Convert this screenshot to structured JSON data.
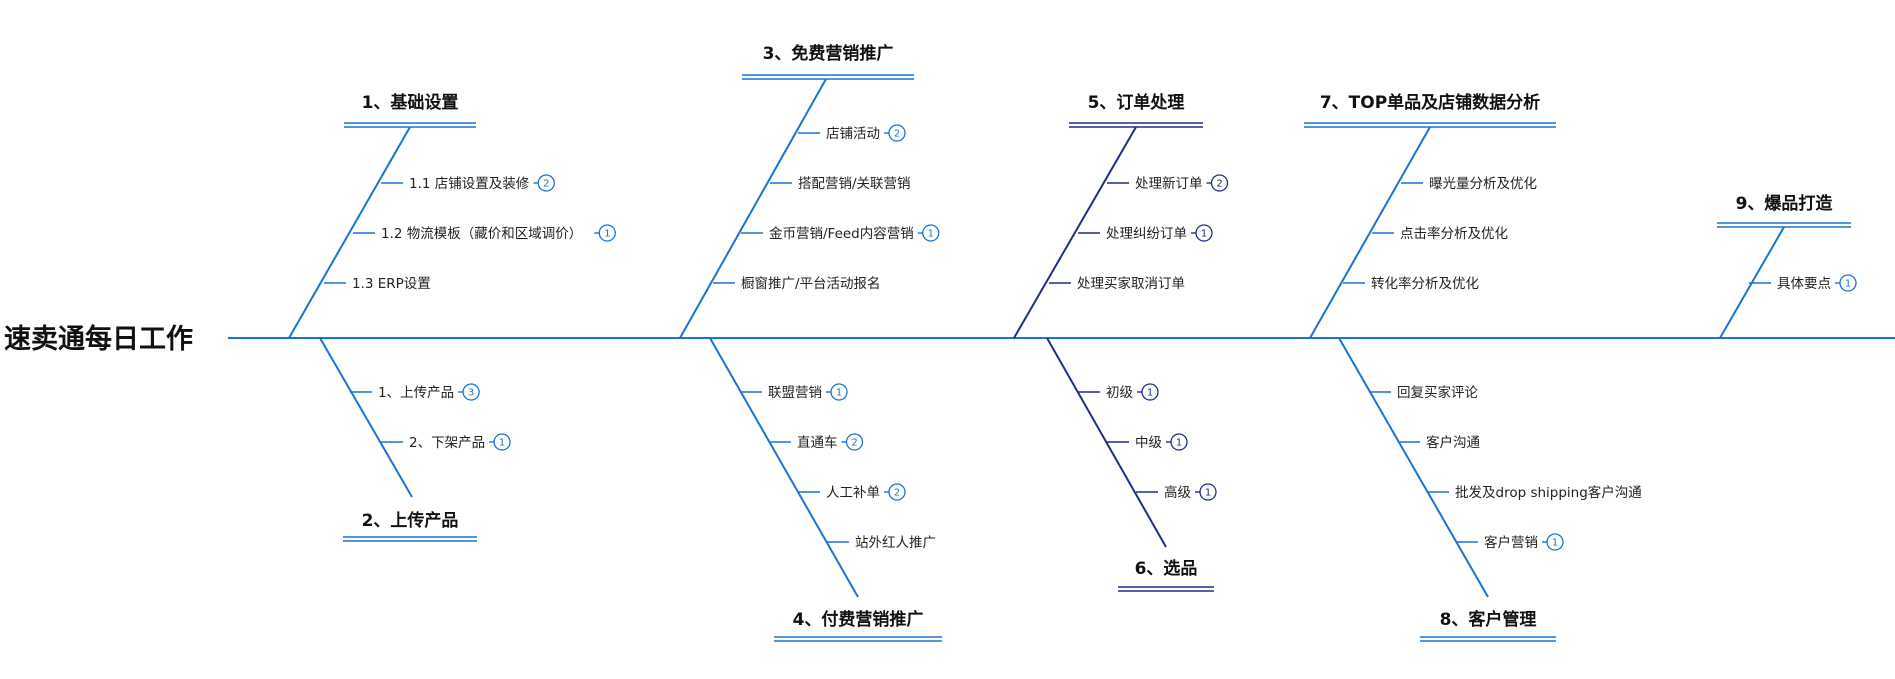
{
  "title": "速卖通每日工作",
  "colors": {
    "blue": "#1a73d2",
    "navy": "#1f2f86",
    "text": "#222222"
  },
  "branches": [
    {
      "label": "1、基础设置",
      "color": "#1a73d2",
      "items": [
        {
          "label": "1.1 店铺设置及装修",
          "badge": "2"
        },
        {
          "label": "1.2 物流模板（藏价和区域调价）",
          "badge": "1"
        },
        {
          "label": "1.3 ERP设置",
          "badge": ""
        }
      ]
    },
    {
      "label": "2、上传产品",
      "color": "#1a73d2",
      "items": [
        {
          "label": "1、上传产品",
          "badge": "3"
        },
        {
          "label": "2、下架产品",
          "badge": "1"
        }
      ]
    },
    {
      "label": "3、免费营销推广",
      "color": "#1a73d2",
      "items": [
        {
          "label": "店铺活动",
          "badge": "2"
        },
        {
          "label": "搭配营销/关联营销",
          "badge": ""
        },
        {
          "label": "金币营销/Feed内容营销",
          "badge": "1"
        },
        {
          "label": "橱窗推广/平台活动报名",
          "badge": ""
        }
      ]
    },
    {
      "label": "4、付费营销推广",
      "color": "#1a73d2",
      "items": [
        {
          "label": "联盟营销",
          "badge": "1"
        },
        {
          "label": "直通车",
          "badge": "2"
        },
        {
          "label": "人工补单",
          "badge": "2"
        },
        {
          "label": "站外红人推广",
          "badge": ""
        }
      ]
    },
    {
      "label": "5、订单处理",
      "color": "#1f2f86",
      "items": [
        {
          "label": "处理新订单",
          "badge": "2"
        },
        {
          "label": "处理纠纷订单",
          "badge": "1"
        },
        {
          "label": "处理买家取消订单",
          "badge": ""
        }
      ]
    },
    {
      "label": "6、选品",
      "color": "#1f2f86",
      "items": [
        {
          "label": "初级",
          "badge": "1"
        },
        {
          "label": "中级",
          "badge": "1"
        },
        {
          "label": "高级",
          "badge": "1"
        }
      ]
    },
    {
      "label": "7、TOP单品及店铺数据分析",
      "color": "#1a73d2",
      "items": [
        {
          "label": "曝光量分析及优化",
          "badge": ""
        },
        {
          "label": "点击率分析及优化",
          "badge": ""
        },
        {
          "label": "转化率分析及优化",
          "badge": ""
        }
      ]
    },
    {
      "label": "8、客户管理",
      "color": "#1a73d2",
      "items": [
        {
          "label": "回复买家评论",
          "badge": ""
        },
        {
          "label": "客户沟通",
          "badge": ""
        },
        {
          "label": "批发及drop shipping客户沟通",
          "badge": ""
        },
        {
          "label": "客户营销",
          "badge": "1"
        }
      ]
    },
    {
      "label": "9、爆品打造",
      "color": "#1a73d2",
      "items": [
        {
          "label": "具体要点",
          "badge": "1"
        }
      ]
    }
  ]
}
